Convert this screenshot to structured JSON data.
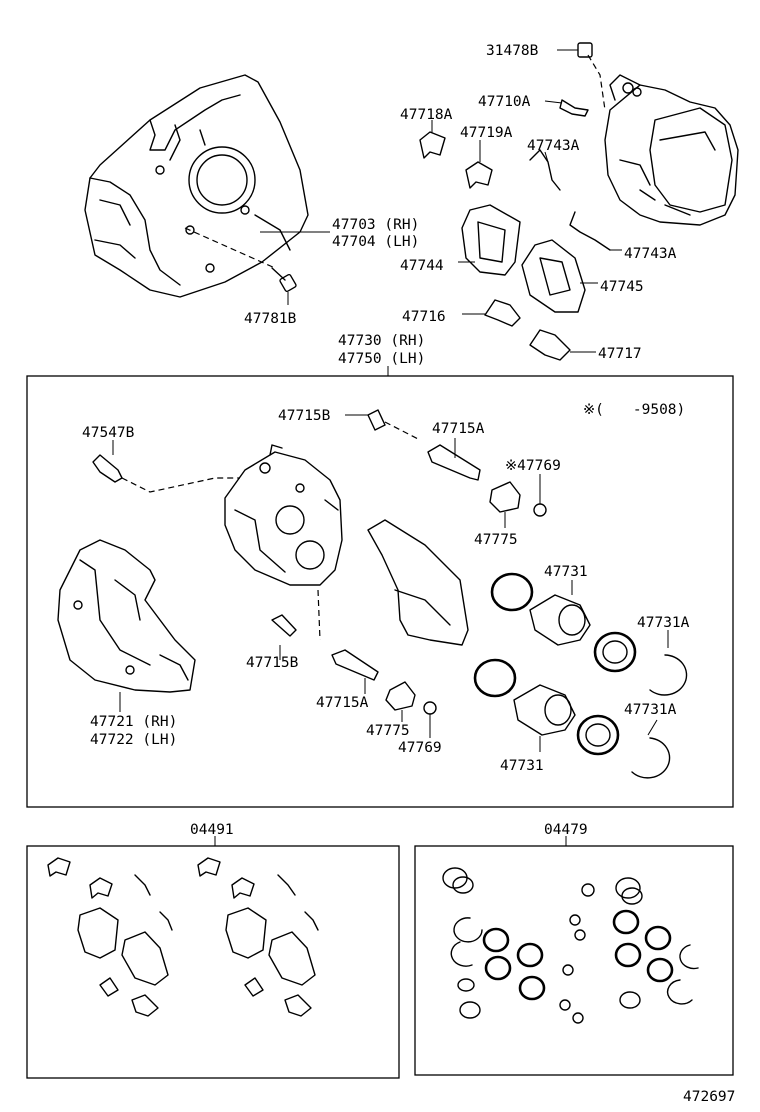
{
  "labels": {
    "p31478B": "31478B",
    "p47710A": "47710A",
    "p47718A": "47718A",
    "p47719A": "47719A",
    "p47743A_1": "47743A",
    "p47743A_2": "47743A",
    "p47703": "47703 (RH)",
    "p47704": "47704 (LH)",
    "p47744": "47744",
    "p47745": "47745",
    "p47781B": "47781B",
    "p47716": "47716",
    "p47717": "47717",
    "p47730": "47730 (RH)",
    "p47750": "47750 (LH)",
    "p47715B_1": "47715B",
    "p47715A_1": "47715A",
    "p47547B": "47547B",
    "p47769_1": "※47769",
    "p47775_1": "47775",
    "p47731_1": "47731",
    "p47731A_1": "47731A",
    "p47715B_2": "47715B",
    "p47715A_2": "47715A",
    "p47775_2": "47775",
    "p47769_2": "47769",
    "p47731_2": "47731",
    "p47731A_2": "47731A",
    "p47721": "47721 (RH)",
    "p47722": "47722 (LH)",
    "p04491": "04491",
    "p04479": "04479",
    "note": "※(　　-9508)",
    "figure_id": "472697"
  }
}
